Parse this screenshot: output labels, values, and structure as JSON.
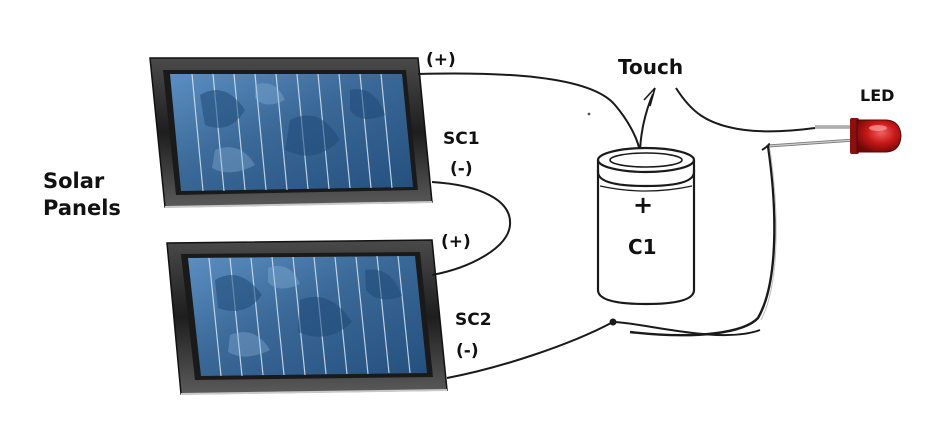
{
  "labels": {
    "solar_line1": "Solar",
    "solar_line2": "Panels",
    "sc1": "SC1",
    "sc2": "SC2",
    "sc1_plus": "(+)",
    "sc1_minus": "(-)",
    "sc2_plus": "(+)",
    "sc2_minus": "(-)",
    "touch": "Touch",
    "led": "LED",
    "capacitor_plus": "+",
    "capacitor": "C1"
  },
  "colors": {
    "wire": "#1a1a1a",
    "panel_frame": "#2b2b2b",
    "cell_blue": "#3f6f9f",
    "cell_blue_light": "#6f9cc8",
    "led_red": "#c21a1a"
  }
}
